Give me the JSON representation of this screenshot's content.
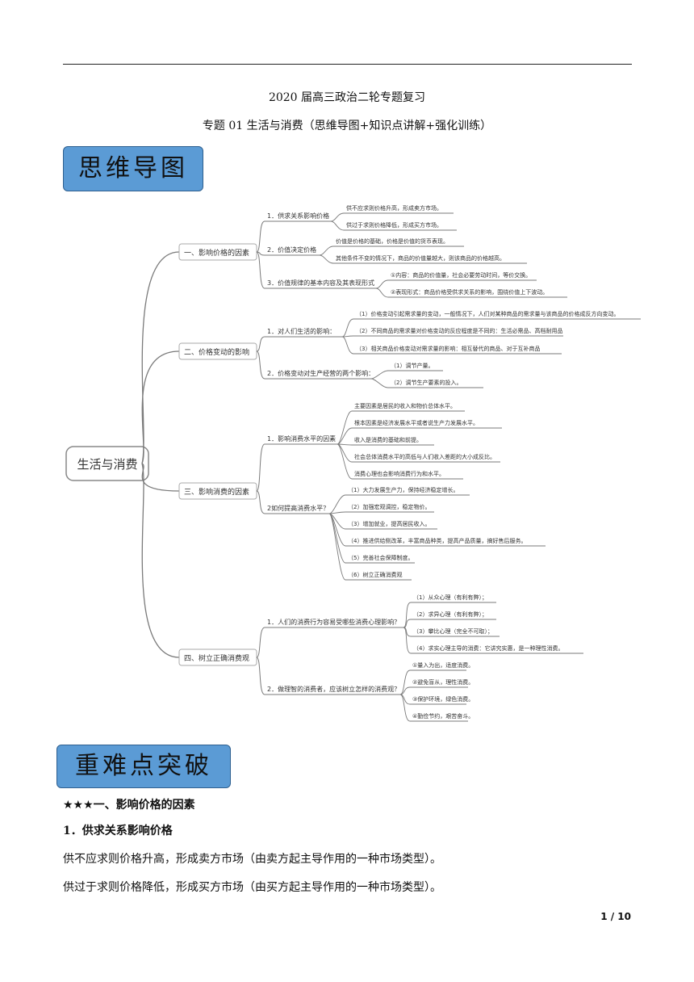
{
  "header": {
    "title": "2020 届高三政治二轮专题复习",
    "subtitle": "专题 01 生活与消费（思维导图+知识点讲解+强化训练）"
  },
  "banner_mindmap": "思维导图",
  "banner_keypoints": "重难点突破",
  "mindmap": {
    "root": "生活与消费",
    "branches": [
      {
        "label": "一、影响价格的因素",
        "subs": [
          {
            "label": "1．供求关系影响价格",
            "leaves": [
              "供不应求则价格升高，形成卖方市场。",
              "供过于求则价格降低，形成买方市场。"
            ]
          },
          {
            "label": "2．价值决定价格",
            "leaves": [
              "价值是价格的基础，价格是价值的货币表现。",
              "其他条件不变的情况下，商品的价值量越大，则该商品的价格越高。"
            ]
          },
          {
            "label": "3．价值规律的基本内容及其表现形式",
            "leaves": [
              "①内容：商品的价值量，社会必要劳动时间，等价交换。",
              "②表现形式：商品价格受供求关系的影响，围绕价值上下波动。"
            ]
          }
        ]
      },
      {
        "label": "二、价格变动的影响",
        "subs": [
          {
            "label": "1．对人们生活的影响：",
            "leaves": [
              "（1）价格变动引起需求量的变动，一般情况下，人们对某种商品的需求量与该商品的价格成反方向变动。",
              "（2）不同商品的需求量对价格变动的反应程度是不同的：生活必需品、高档耐用品",
              "（3）相关商品价格变动对需求量的影响：相互替代的商品、对于互补商品"
            ]
          },
          {
            "label": "2．价格变动对生产经营的两个影响：",
            "leaves": [
              "（1）调节产量。",
              "（2）调节生产要素的投入。"
            ]
          }
        ]
      },
      {
        "label": "三、影响消费的因素",
        "subs": [
          {
            "label": "1．影响消费水平的因素",
            "leaves": [
              "主要因素是居民的收入和物价总体水平。",
              "根本因素是经济发展水平或者说生产力发展水平。",
              "收入是消费的基础和前提。",
              "社会总体消费水平的高低与人们收入差距的大小成反比。",
              "消费心理也会影响消费行为和水平。"
            ]
          },
          {
            "label": "2如何提高消费水平？",
            "leaves": [
              "（1）大力发展生产力，保持经济稳定增长。",
              "（2）加强宏观调控，稳定物价。",
              "（3）增加就业，提高居民收入。",
              "（4）推进供给侧改革，丰富商品种类，提高产品质量，搞好售后服务。",
              "（5）完善社会保障制度。",
              "（6）树立正确消费观"
            ]
          }
        ]
      },
      {
        "label": "四、树立正确消费观",
        "subs": [
          {
            "label": "1．人们的消费行为容易受哪些消费心理影响？",
            "leaves": [
              "（1）从众心理（有利有弊）；",
              "（2）求异心理（有利有弊）；",
              "（3）攀比心理（完全不可取）；",
              "（4）求实心理主导的消费：它讲究实惠，是一种理性消费。"
            ]
          },
          {
            "label": "2．做理智的消费者，应该树立怎样的消费观？",
            "leaves": [
              "①量入为出，适度消费。",
              "②避免盲从，理性消费。",
              "③保护环境，绿色消费。",
              "④勤俭节约，艰苦奋斗。"
            ]
          }
        ]
      }
    ]
  },
  "section_heading": "★★★一、影响价格的因素",
  "subheading": "1．供求关系影响价格",
  "paragraphs": [
    "供不应求则价格升高，形成卖方市场（由卖方起主导作用的一种市场类型）。",
    "供过于求则价格降低，形成买方市场（由买方起主导作用的一种市场类型）。"
  ],
  "page_number": "1 / 10",
  "colors": {
    "banner": "#5b9bd5",
    "line": "#7a7a7a"
  }
}
